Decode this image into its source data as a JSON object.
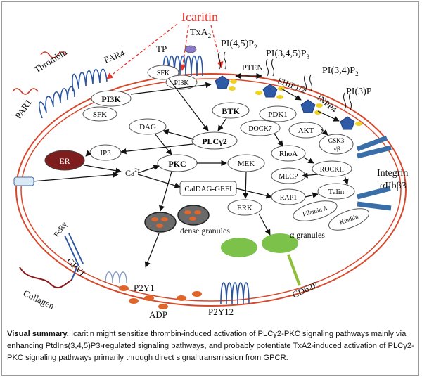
{
  "colors": {
    "membrane": "#d9472b",
    "icaritin": "#e8322a",
    "arrow": "#111111",
    "oval_stroke": "#555555",
    "receptor": "#2d56a0",
    "phospholipid": "#2f5aa6",
    "lipid_tail": "#f0d21f",
    "er_fill": "#7d1d1d",
    "granule_dense_fill": "#6a6a6a",
    "granule_dense_dots": "#e0652a",
    "granule_alpha": "#7cc24a",
    "adp": "#e0652a",
    "integrin": "#3a6ea8",
    "thrombin_wave": "#c0392b",
    "collagen": "#8b1a1a",
    "cd62p": "#8fbf3a"
  },
  "labels": {
    "icaritin": "Icaritin",
    "txa2": "TxA",
    "txa2_sub": "2",
    "tp": "TP",
    "thrombin": "Thrombin",
    "par4": "PAR4",
    "par1": "PAR1",
    "pi45p2": "PI(4,5)P",
    "pi45p2_sub": "2",
    "pi345p3": "PI(3,4,5)P",
    "pi345p3_sub": "3",
    "pi34p2": "PI(3,4)P",
    "pi34p2_sub": "2",
    "pi3p": "PI(3)P",
    "pten": "PTEN",
    "ship12": "SHIP1/2",
    "inpp4": "INPP4",
    "integrin": "Integrin",
    "integrin2": "αIIbβ3",
    "fcrg": "FcRγ",
    "gpvi": "GPVI",
    "collagen": "Collagen",
    "p2y1": "P2Y1",
    "adp": "ADP",
    "p2y12": "P2Y12",
    "cd62p": "CD62P",
    "dense_granules": "dense granules",
    "alpha_granules": "α granules"
  },
  "nodes": {
    "sfk_tp": "SFK",
    "pi3k_tp": "PI3K",
    "pi3k_par": "PI3K",
    "sfk_par": "SFK",
    "btk": "BTK",
    "pdk1": "PDK1",
    "dag": "DAG",
    "plcg2": "PLCγ2",
    "dock7": "DOCK7",
    "akt": "AKT",
    "gsk3": "GSK3",
    "gsk3_sub": "α/β",
    "er": "ER",
    "ip3": "IP3",
    "ca": "Ca",
    "ca_sup": "2+",
    "pkc": "PKC",
    "mek": "MEK",
    "rhoa": "RhoA",
    "rockii": "ROCKII",
    "mlcp": "MLCP",
    "caldag": "CalDAG-GEFI",
    "rap1": "RAP1",
    "talin": "Talin",
    "erk": "ERK",
    "filamin": "Filamin A",
    "kindlin": "Kindlin"
  },
  "caption": {
    "title": "Visual summary.",
    "text": " Icaritin might sensitize thrombin-induced activation of PLCγ2-PKC signaling pathways mainly via enhancing PtdIns(3,4,5)P3-regulated signaling pathways, and probably potentiate TxA2-induced activation of PLCγ2-PKC signaling pathways primarily through direct signal transmission from GPCR."
  }
}
